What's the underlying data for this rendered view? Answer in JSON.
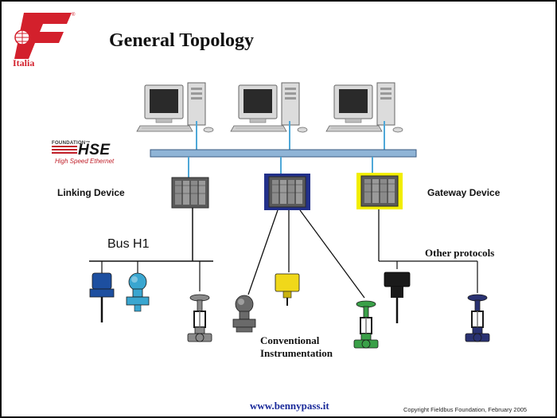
{
  "title": "General Topology",
  "logo": {
    "text": "Italia",
    "brand_color": "#d3202c"
  },
  "hse": {
    "brand": "FOUNDATION™",
    "word": "HSE",
    "subtitle": "High Speed Ethernet"
  },
  "labels": {
    "linking_device": "Linking Device",
    "gateway_device": "Gateway Device",
    "bus_h1": "Bus H1",
    "other_protocols": "Other protocols",
    "conventional_line1": "Conventional",
    "conventional_line2": "Instrumentation"
  },
  "footer": {
    "url": "www.bennypass.it",
    "copyright": "Copyright Fieldbus Foundation,  February 2005"
  },
  "colors": {
    "ethernet_bus": "#8fb4d6",
    "network_link": "#4fa8d8",
    "highlight_blue": "#22308a",
    "highlight_yellow": "#f2ee00",
    "transmitter_blue": "#1d4fa0",
    "transmitter_cyan": "#3aa6d0",
    "valve_green": "#3aa048",
    "positioner_yellow": "#f0d81a",
    "valve_navy": "#2a3272"
  },
  "icons": [
    "logo-icon",
    "workstation-icon",
    "linking-device-icon",
    "gateway-device-icon",
    "transmitter-icon",
    "control-valve-icon"
  ]
}
